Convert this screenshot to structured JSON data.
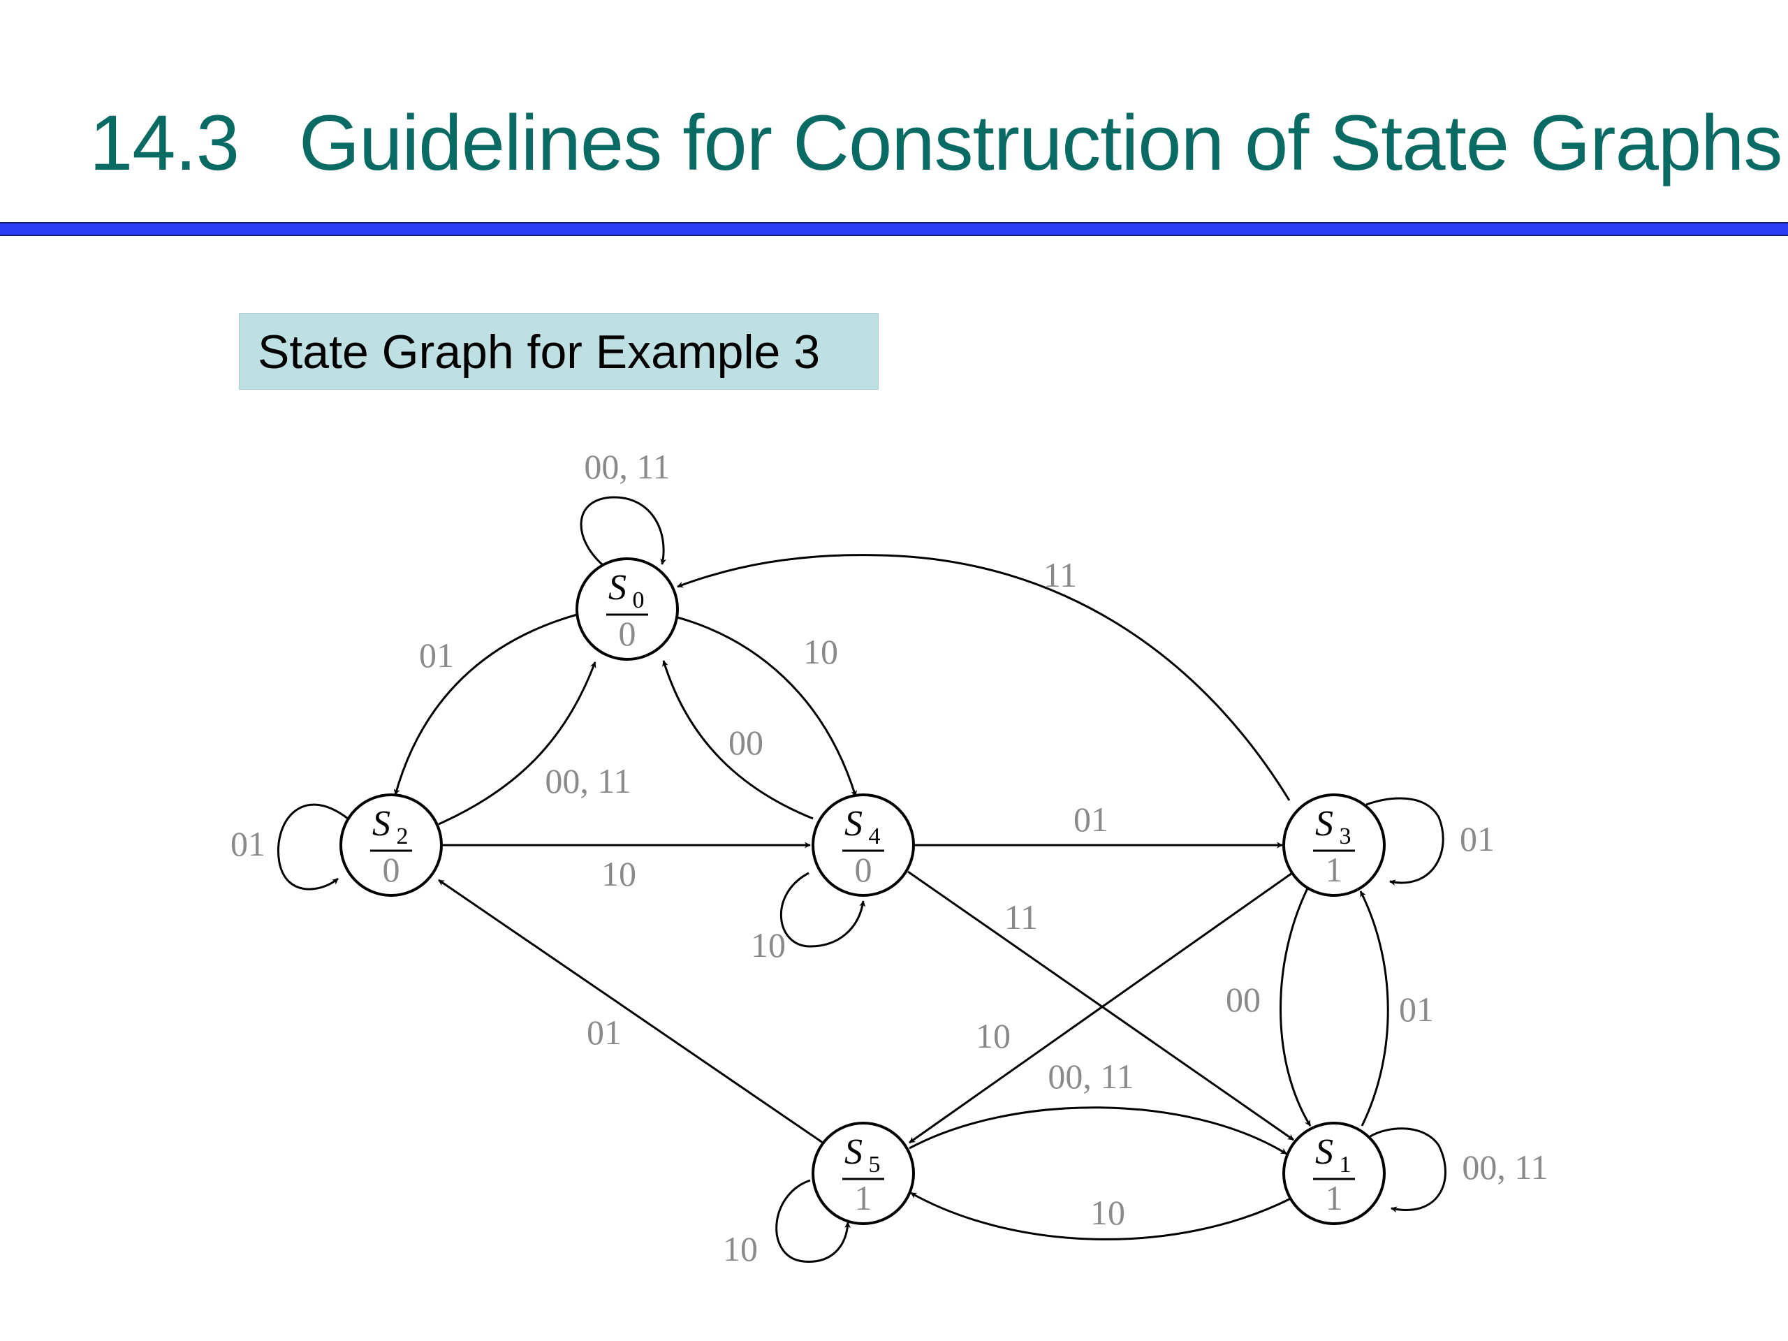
{
  "slide": {
    "section_number": "14.3",
    "title": "Guidelines for Construction of State Graphs",
    "caption": "State Graph for Example 3"
  },
  "colors": {
    "title": "#0a6b64",
    "rule": "#2b3ef2",
    "caption_bg": "#bfe0e3",
    "label": "#8a8a8a"
  },
  "diagram": {
    "states": [
      {
        "id": "S0",
        "name": "S",
        "sub": "0",
        "output": "0"
      },
      {
        "id": "S1",
        "name": "S",
        "sub": "1",
        "output": "1"
      },
      {
        "id": "S2",
        "name": "S",
        "sub": "2",
        "output": "0"
      },
      {
        "id": "S3",
        "name": "S",
        "sub": "3",
        "output": "1"
      },
      {
        "id": "S4",
        "name": "S",
        "sub": "4",
        "output": "0"
      },
      {
        "id": "S5",
        "name": "S",
        "sub": "5",
        "output": "1"
      }
    ],
    "transitions": [
      {
        "from": "S0",
        "to": "S0",
        "input": "00, 11"
      },
      {
        "from": "S0",
        "to": "S2",
        "input": "01"
      },
      {
        "from": "S0",
        "to": "S4",
        "input": "10"
      },
      {
        "from": "S2",
        "to": "S2",
        "input": "01"
      },
      {
        "from": "S2",
        "to": "S0",
        "input": "00, 11"
      },
      {
        "from": "S2",
        "to": "S4",
        "input": "10"
      },
      {
        "from": "S4",
        "to": "S0",
        "input": "00"
      },
      {
        "from": "S4",
        "to": "S4",
        "input": "10"
      },
      {
        "from": "S4",
        "to": "S3",
        "input": "01"
      },
      {
        "from": "S4",
        "to": "S1",
        "input": "11"
      },
      {
        "from": "S3",
        "to": "S0",
        "input": "11"
      },
      {
        "from": "S3",
        "to": "S3",
        "input": "01"
      },
      {
        "from": "S3",
        "to": "S5",
        "input": "10"
      },
      {
        "from": "S3",
        "to": "S1",
        "input": "00"
      },
      {
        "from": "S1",
        "to": "S3",
        "input": "01"
      },
      {
        "from": "S1",
        "to": "S1",
        "input": "00, 11"
      },
      {
        "from": "S1",
        "to": "S5",
        "input": "10"
      },
      {
        "from": "S5",
        "to": "S1",
        "input": "00, 11"
      },
      {
        "from": "S5",
        "to": "S2",
        "input": "01"
      },
      {
        "from": "S5",
        "to": "S5",
        "input": "10"
      }
    ]
  }
}
